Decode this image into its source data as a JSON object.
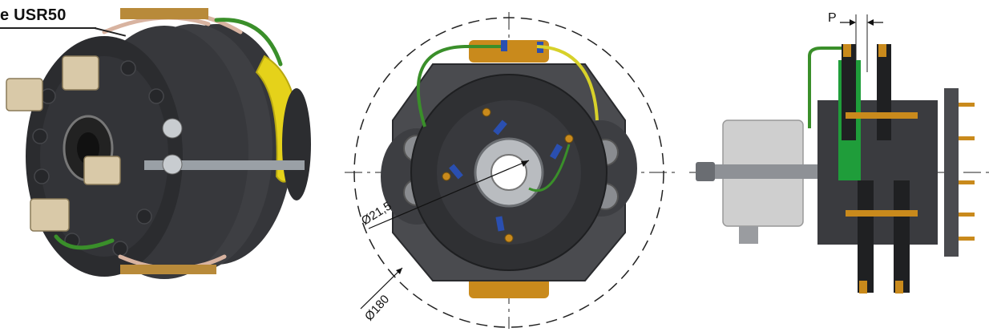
{
  "title": "e USR50",
  "dimensions": {
    "inner_diameter": "Ø21,5",
    "outer_diameter": "Ø180",
    "pitch": "P"
  },
  "colors": {
    "body_dark": "#2f3033",
    "body_mid": "#4a4b4f",
    "brass": "#c98a1c",
    "insulator": "#d9c9a8",
    "green_wire": "#3a8f2a",
    "yellow_band": "#e5d21a",
    "green_plate": "#1f9d3a",
    "gray_housing": "#cfcfcf"
  }
}
